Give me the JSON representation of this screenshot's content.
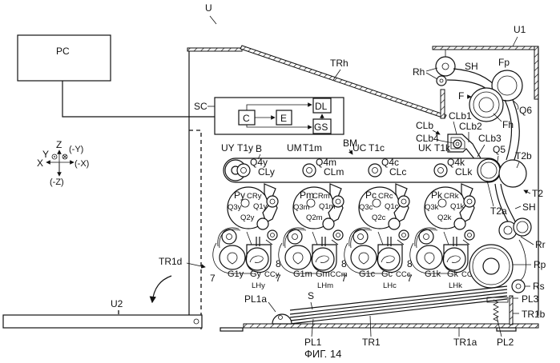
{
  "figure": {
    "caption": "ФИГ. 14",
    "apparatus_label": "U",
    "main_body_label": "U1",
    "option_unit_label": "U2"
  },
  "pc": {
    "label": "PC"
  },
  "controller": {
    "label": "SC",
    "blocks": {
      "c": "C",
      "e": "E",
      "dl": "DL",
      "gs": "GS"
    }
  },
  "axes": {
    "z": "Z",
    "neg_z": "(-Z)",
    "x": "X",
    "neg_x": "(-X)",
    "y": "Y",
    "neg_y": "(-Y)"
  },
  "top": {
    "trh": "TRh",
    "rh": "Rh",
    "sh": "SH",
    "fp": "Fp",
    "f": "F",
    "fh": "Fh",
    "q6": "Q6",
    "clb": "CLb",
    "clb1": "CLb1",
    "clb2": "CLb2",
    "clb3": "CLb3",
    "clb4": "CLb4",
    "q5": "Q5"
  },
  "belt": {
    "b": "B",
    "bm": "BM",
    "t2b": "T2b",
    "t2": "T2",
    "t2a": "T2a",
    "sh": "SH"
  },
  "units": [
    {
      "unit": "UY",
      "t1": "T1y",
      "q4": "Q4y",
      "cl": "CLy",
      "p": "Py",
      "cr": "CRy",
      "q1": "Q1y",
      "q2": "Q2y",
      "q3": "Q3y",
      "cc": "CCy",
      "g1": "G1y",
      "g": "Gy",
      "lh": "LHy",
      "num7": "7",
      "num8": "8"
    },
    {
      "unit": "UM",
      "t1": "T1m",
      "q4": "Q4m",
      "cl": "CLm",
      "p": "Pm",
      "cr": "CRm",
      "q1": "Q1m",
      "q2": "Q2m",
      "q3": "Q3m",
      "cc": "CCm",
      "g1": "G1m",
      "g": "Gm",
      "lh": "LHm",
      "num7": "7",
      "num8": "8"
    },
    {
      "unit": "UC",
      "t1": "T1c",
      "q4": "Q4c",
      "cl": "CLc",
      "p": "Pc",
      "cr": "CRc",
      "q1": "Q1c",
      "q2": "Q2c",
      "q3": "Q3c",
      "cc": "CCc",
      "g1": "G1c",
      "g": "Gc",
      "lh": "LHc",
      "num7": "7",
      "num8": "8"
    },
    {
      "unit": "UK",
      "t1": "T1k",
      "q4": "Q4k",
      "cl": "CLk",
      "p": "Pk",
      "cr": "CRk",
      "q1": "Q1k",
      "q2": "Q2k",
      "q3": "Q3k",
      "cc": "CCk",
      "g1": "G1k",
      "g": "Gk",
      "lh": "LHk",
      "num7": "7",
      "num8": "8"
    }
  ],
  "feed": {
    "rr": "Rr",
    "rp": "Rp",
    "rs": "Rs",
    "pl3": "PL3",
    "tr1b": "TR1b",
    "pl2": "PL2",
    "tr1a": "TR1a",
    "tr1": "TR1",
    "pl1": "PL1",
    "pl1a": "PL1a",
    "s": "S",
    "tr1d": "TR1d"
  }
}
